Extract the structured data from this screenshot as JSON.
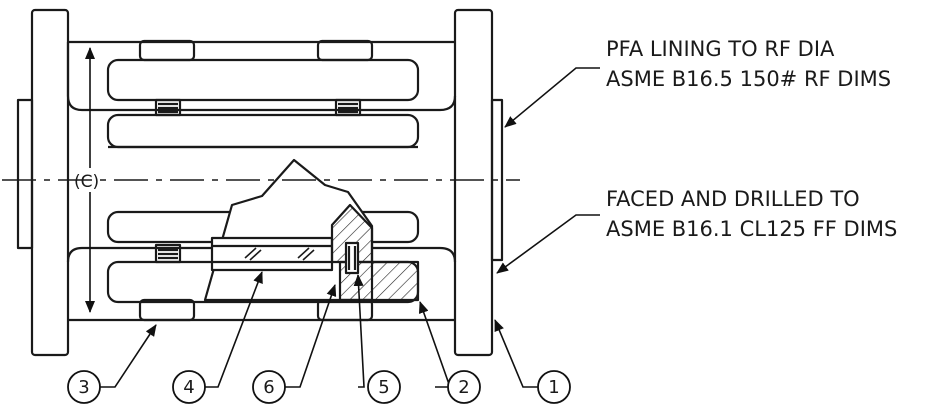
{
  "notes": {
    "lining": {
      "line1": "PFA LINING TO RF DIA",
      "line2": "ASME B16.5 150# RF DIMS"
    },
    "facing": {
      "line1": "FACED AND DRILLED TO",
      "line2": "ASME B16.1 CL125 FF DIMS"
    }
  },
  "dimension": {
    "label": "(C)"
  },
  "callouts": [
    "3",
    "4",
    "6",
    "5",
    "2",
    "1"
  ]
}
